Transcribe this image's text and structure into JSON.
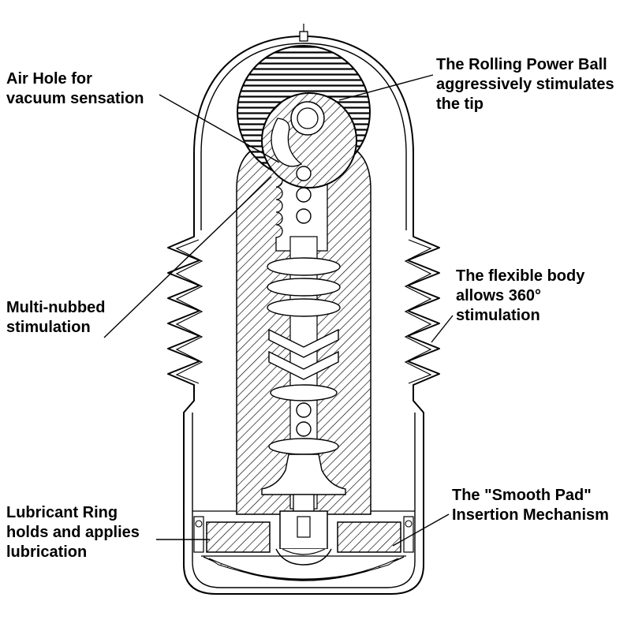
{
  "diagram": {
    "name": "product-cross-section",
    "line_color": "#000000",
    "background": "#ffffff"
  },
  "labels": {
    "air_hole": {
      "lines": [
        "Air Hole for",
        "vacuum sensation"
      ]
    },
    "rolling_power_ball": {
      "lines": [
        "The Rolling Power Ball",
        "aggressively stimulates",
        "the tip"
      ]
    },
    "multi_nubbed": {
      "lines": [
        "Multi-nubbed",
        "stimulation"
      ]
    },
    "flexible_body": {
      "lines": [
        "The flexible body",
        "allows 360°",
        "stimulation"
      ]
    },
    "lubricant_ring": {
      "lines": [
        "Lubricant Ring",
        "holds and applies",
        "lubrication"
      ]
    },
    "smooth_pad": {
      "lines": [
        "The \"Smooth Pad\"",
        "Insertion Mechanism"
      ]
    }
  }
}
